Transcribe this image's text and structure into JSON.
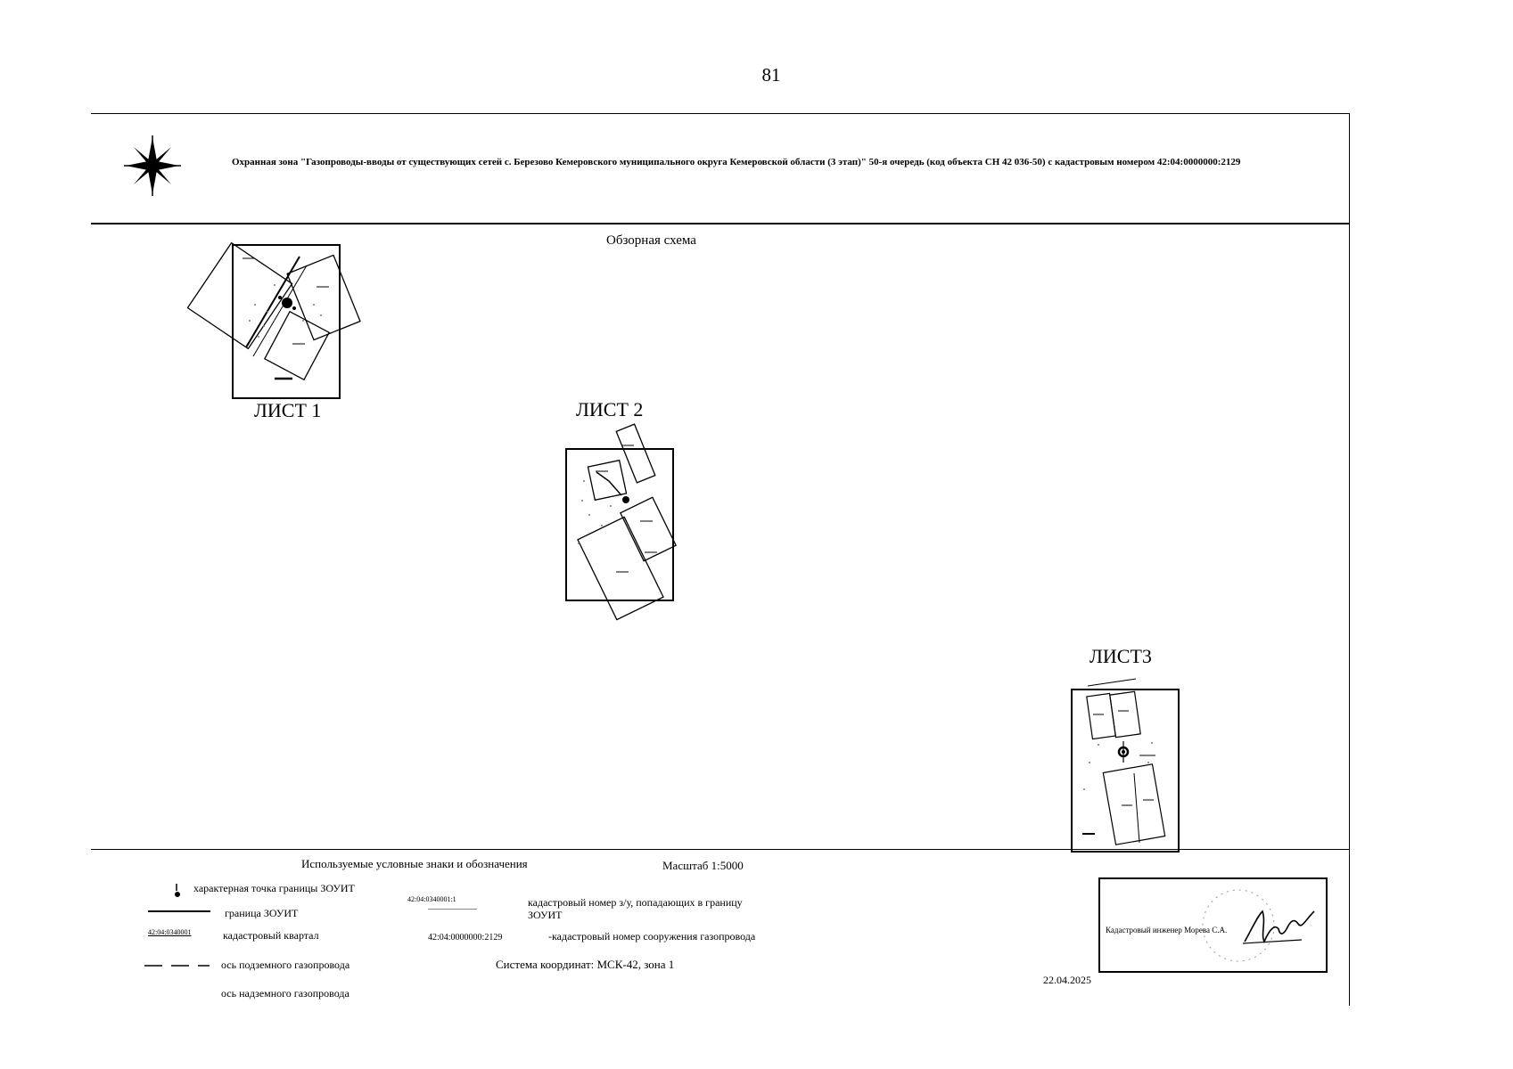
{
  "page": {
    "number": "81"
  },
  "header": {
    "title": "Охранная зона \"Газопроводы-вводы от существующих сетей с. Березово Кемеровского муниципального округа Кемеровской области (3 этап)\" 50-я очередь (код объекта СН 42 036-50) с кадастровым номером 42:04:0000000:2129"
  },
  "map": {
    "overview_label": "Обзорная схема",
    "sheets": [
      {
        "label": "ЛИСТ 1"
      },
      {
        "label": "ЛИСТ 2"
      },
      {
        "label": "ЛИСТ3"
      }
    ]
  },
  "legend": {
    "heading": "Используемые условные знаки и обозначения",
    "scale": "Масштаб 1:5000",
    "items": {
      "boundary_point": "характерная точка границы ЗОУИТ",
      "boundary": "граница ЗОУИТ",
      "quarter_sample": "42:04:0340001",
      "quarter": "кадастровый квартал",
      "parcel_sample": "42:04:0340001:1",
      "parcel": "кадастровый номер з/у, попадающих в границу ЗОУИТ",
      "structure_sample": "42:04:0000000:2129",
      "structure": "-кадастровый номер сооружения газопровода",
      "underground_axis": "ось подземного газопровода",
      "overground_axis": "ось надземного газопровода",
      "coordinate_system": "Система координат: МСК-42, зона 1"
    }
  },
  "stamp": {
    "engineer": "Кадастровый инженер Морева С.А."
  },
  "date": "22.04.2025"
}
